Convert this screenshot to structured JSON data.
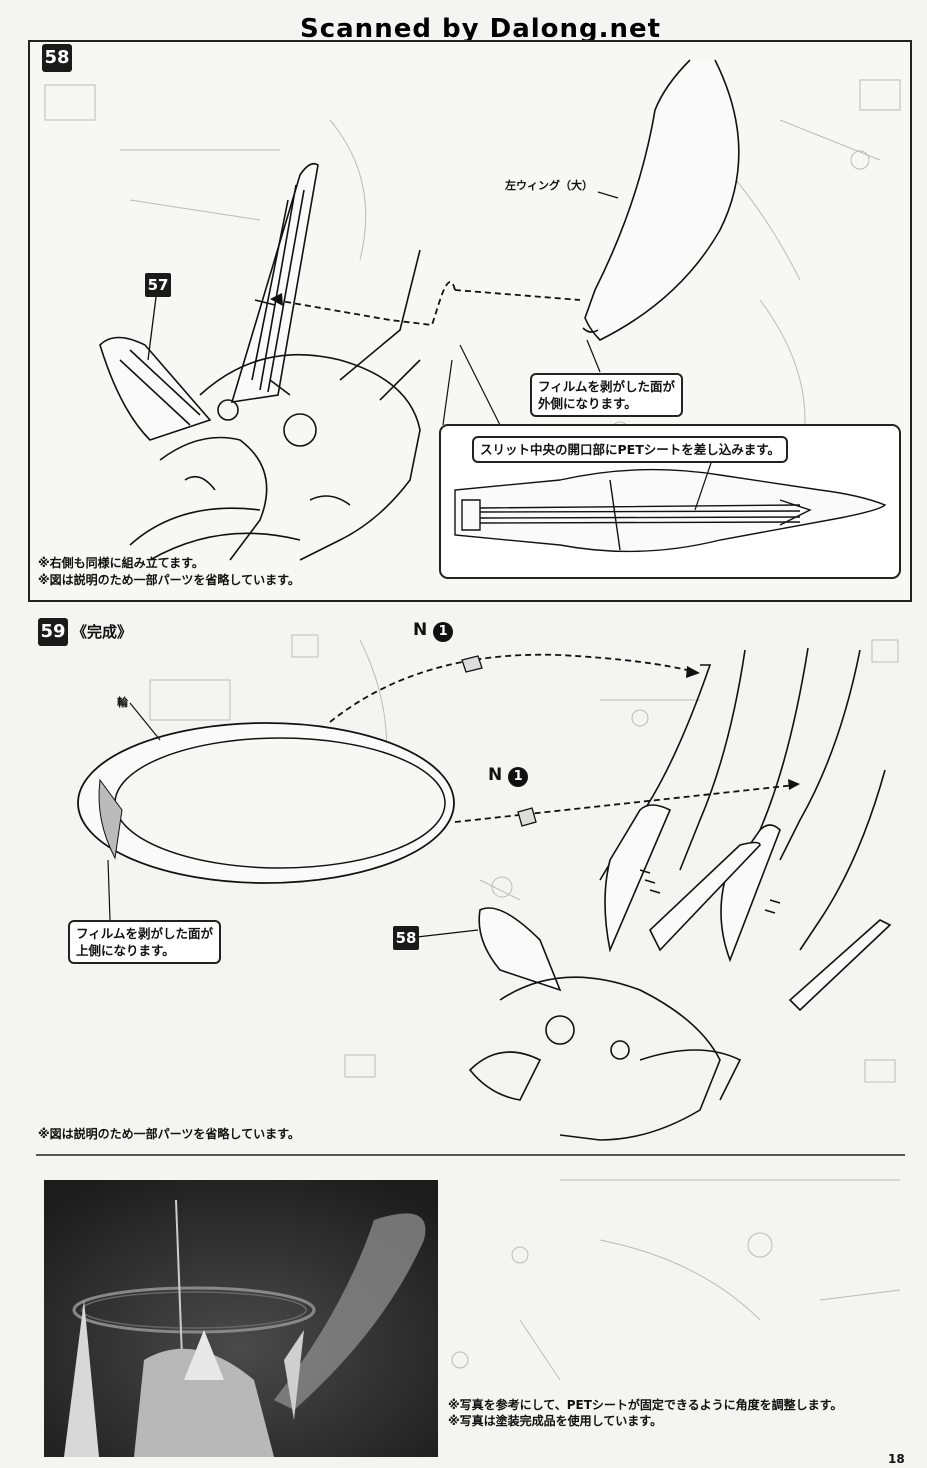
{
  "header": {
    "watermark": "Scanned by Dalong.net"
  },
  "step58": {
    "number": "58",
    "ref_part": "57",
    "part_label": "左ウィング（大）",
    "callout_film": [
      "フィルムを剥がした面が",
      "外側になります。"
    ],
    "callout_slit": "スリット中央の開口部にPETシートを差し込みます。",
    "notes": [
      "※右側も同様に組み立てます。",
      "※図は説明のため一部パーツを省略しています。"
    ]
  },
  "step59": {
    "number": "59",
    "title": "《完成》",
    "ring_label": "輪",
    "part_n_letter": "N",
    "part_n_number": "1",
    "ref_part": "58",
    "callout_film": [
      "フィルムを剥がした面が",
      "上側になります。"
    ],
    "note": "※図は説明のため一部パーツを省略しています。"
  },
  "photo_section": {
    "notes": [
      "※写真を参考にして、PETシートが固定できるように角度を調整します。",
      "※写真は塗装完成品を使用しています。"
    ]
  },
  "footer": {
    "page_number": "18"
  }
}
